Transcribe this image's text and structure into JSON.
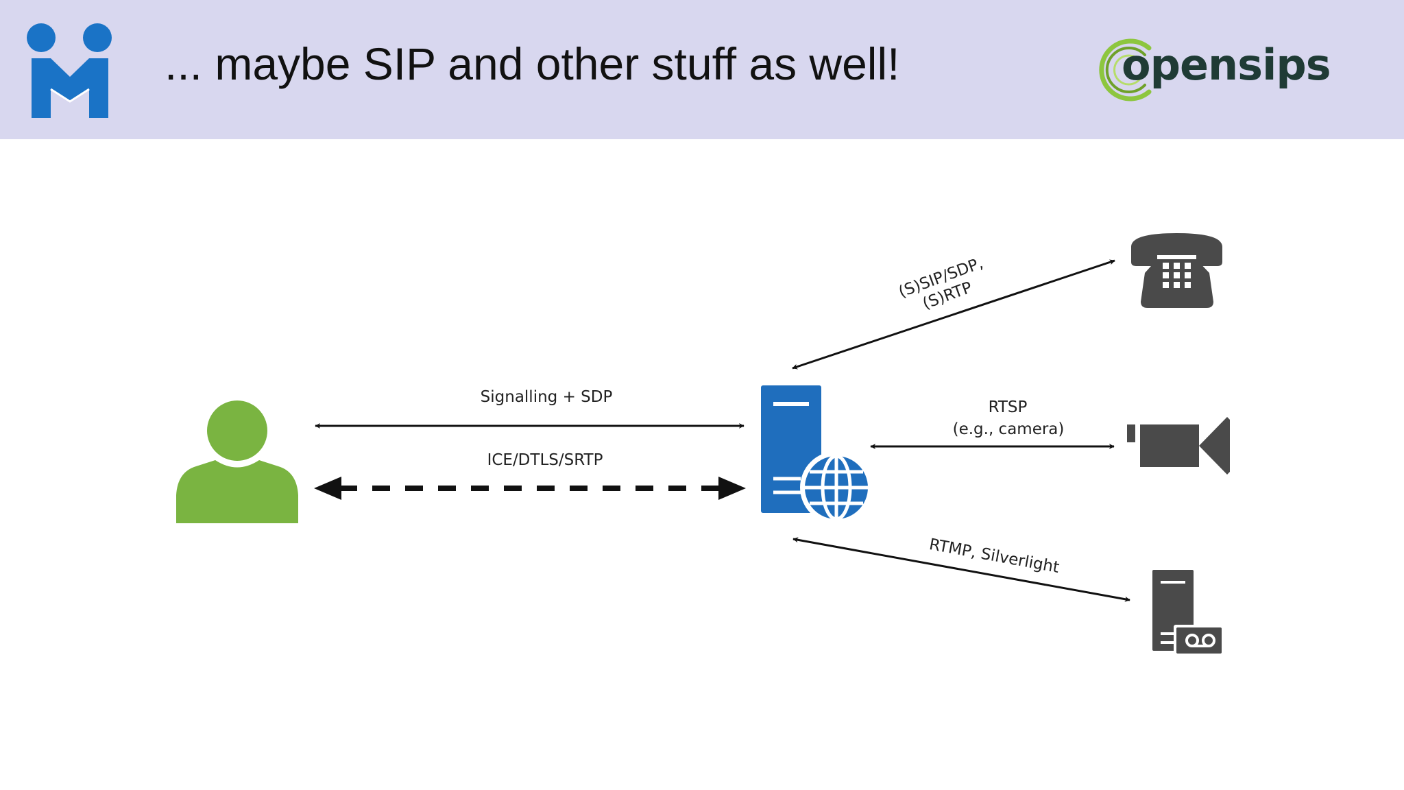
{
  "slide": {
    "title": "... maybe SIP and other stuff as well!",
    "logo_right_text": "opensips"
  },
  "diagram": {
    "links": {
      "signalling": "Signalling + SDP",
      "media": "ICE/DTLS/SRTP",
      "phone_line1": "(S)SIP/SDP,",
      "phone_line2": "(S)RTP",
      "camera_line1": "RTSP",
      "camera_line2": "(e.g., camera)",
      "streaming": "RTMP, Silverlight"
    }
  },
  "colors": {
    "header_bg": "#d8d7ef",
    "user": "#7ab441",
    "server": "#1f6ebd",
    "devices": "#4a4a4a",
    "logo_left": "#1a73c6",
    "logo_right_green": "#8dc63f"
  },
  "icons": {
    "left_logo": "m-logo-icon",
    "user": "user-icon",
    "server": "web-server-icon",
    "phone": "telephone-icon",
    "camera": "video-camera-icon",
    "media_server": "media-server-icon"
  }
}
